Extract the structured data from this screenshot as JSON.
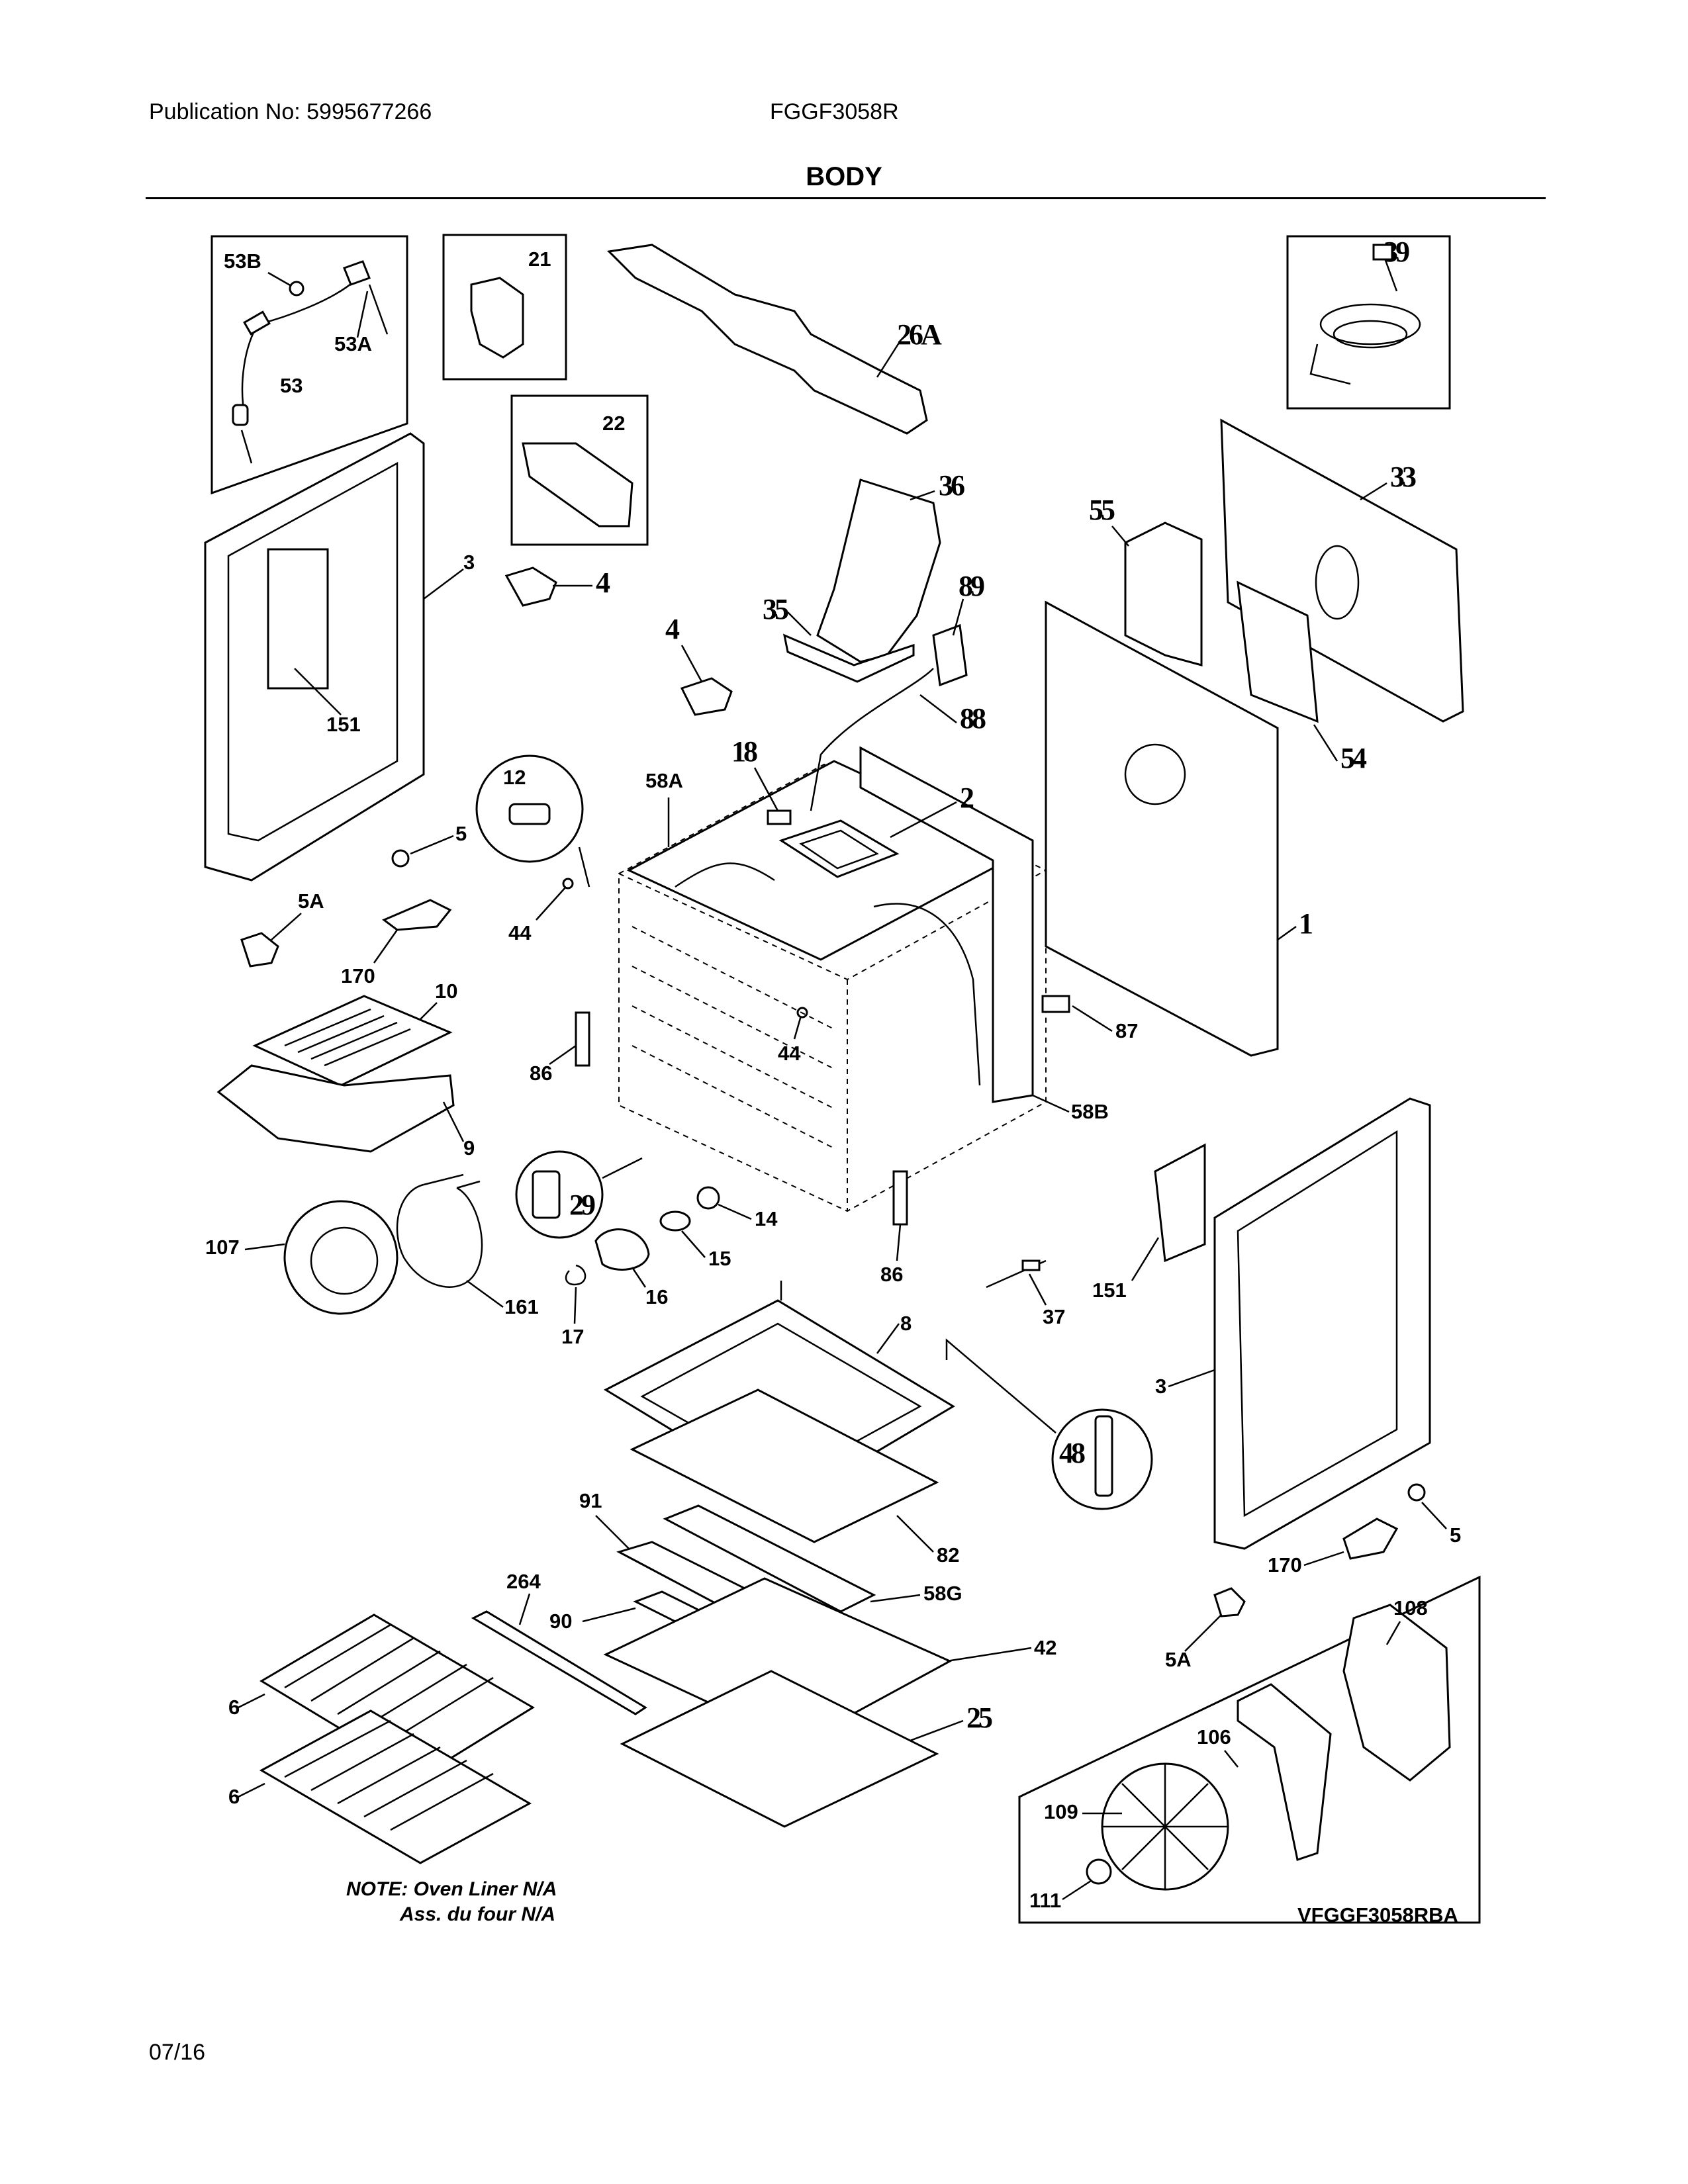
{
  "header": {
    "publication": "Publication No: 5995677266",
    "model": "FGGF3058R"
  },
  "title": "BODY",
  "note": {
    "line1": "NOTE: Oven Liner N/A",
    "line2": "Ass. du four N/A"
  },
  "reference_code": "VFGGF3058RBA",
  "date": "07/16",
  "part_labels": [
    "53B",
    "53",
    "53A",
    "21",
    "22",
    "26A",
    "39",
    "3",
    "4",
    "151",
    "5",
    "5A",
    "170",
    "12",
    "44",
    "10",
    "9",
    "107",
    "161",
    "17",
    "16",
    "15",
    "14",
    "29",
    "58A",
    "18",
    "35",
    "36",
    "89",
    "88",
    "2",
    "58B",
    "87",
    "86",
    "8",
    "48",
    "82",
    "91",
    "264",
    "90",
    "58G",
    "42",
    "6",
    "25",
    "55",
    "33",
    "54",
    "1",
    "37",
    "108",
    "106",
    "109",
    "111"
  ]
}
